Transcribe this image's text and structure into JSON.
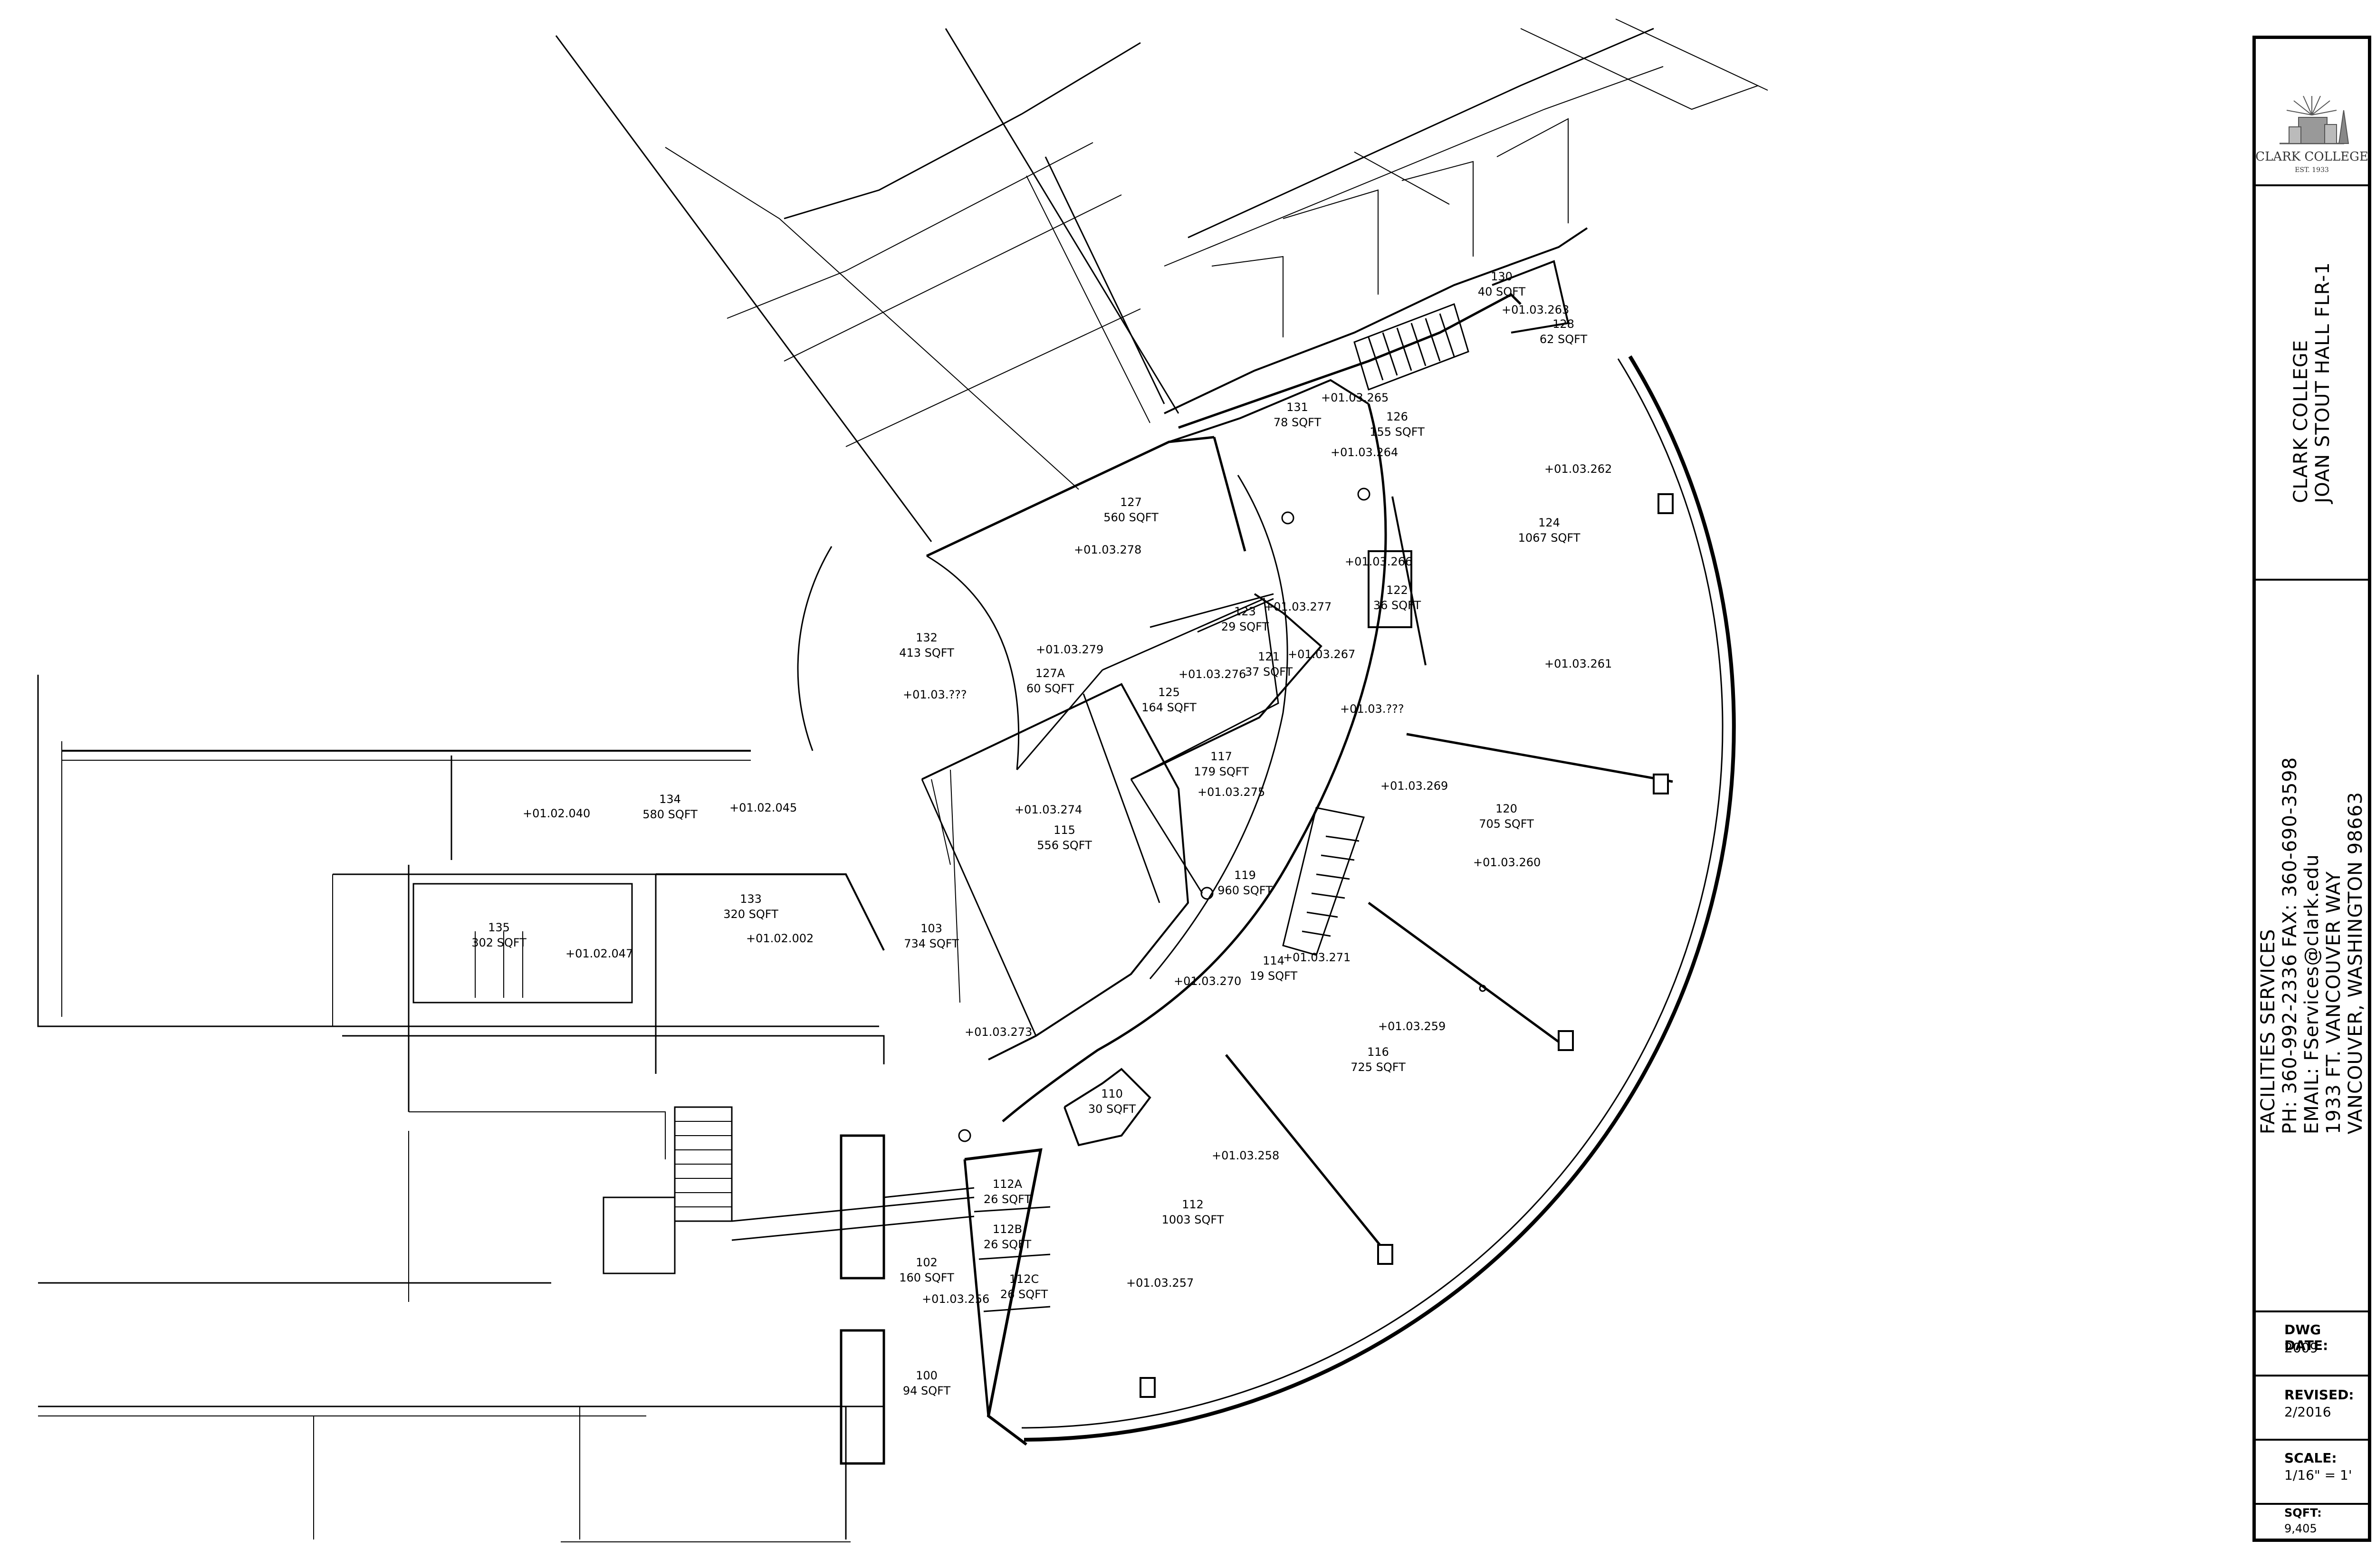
{
  "rooms": [
    {
      "no": "130",
      "sqft": "40 SQFT",
      "tag": "01.03.263"
    },
    {
      "no": "128",
      "sqft": "62 SQFT"
    },
    {
      "no": "131",
      "sqft": "78 SQFT",
      "tag": "01.03.265"
    },
    {
      "no": "126",
      "sqft": "155 SQFT",
      "tag": "01.03.264"
    },
    {
      "no": "124",
      "sqft": "1067 SQFT",
      "tag": "01.03.262",
      "tag2": "01.03.261"
    },
    {
      "no": "127",
      "sqft": "560 SQFT",
      "tag": "01.03.278"
    },
    {
      "no": "122",
      "sqft": "36 SQFT",
      "tag": "01.03.266"
    },
    {
      "no": "123",
      "sqft": "29 SQFT",
      "tag": "01.03.277"
    },
    {
      "no": "121",
      "sqft": "37 SQFT",
      "tag": "01.03.267"
    },
    {
      "no": "132",
      "sqft": "413 SQFT",
      "tag": "01.03.???"
    },
    {
      "no": "127A",
      "sqft": "60 SQFT",
      "tag": "01.03.279"
    },
    {
      "no": "125",
      "sqft": "164 SQFT",
      "tag": "01.03.276"
    },
    {
      "no": "117",
      "sqft": "179 SQFT",
      "tag": "01.03.275"
    },
    {
      "no": "120",
      "sqft": "705 SQFT",
      "tag": "01.03.269",
      "tag2": "01.03.260"
    },
    {
      "no": "134",
      "sqft": "580 SQFT",
      "tag": "01.02.040",
      "tag2": "01.02.045"
    },
    {
      "no": "115",
      "sqft": "556 SQFT",
      "tag": "01.03.274"
    },
    {
      "no": "119",
      "sqft": "960 SQFT"
    },
    {
      "no": "135",
      "sqft": "302 SQFT",
      "tag": "01.02.047"
    },
    {
      "no": "133",
      "sqft": "320 SQFT",
      "tag": "01.02.002"
    },
    {
      "no": "103",
      "sqft": "734 SQFT",
      "tag": "01.03.273"
    },
    {
      "no": "114",
      "sqft": "19 SQFT",
      "tag": "01.03.271"
    },
    {
      "no": "116",
      "sqft": "725 SQFT",
      "tag": "01.03.259"
    },
    {
      "no": "110",
      "sqft": "30 SQFT"
    },
    {
      "no": "112A",
      "sqft": "26 SQFT"
    },
    {
      "no": "112B",
      "sqft": "26 SQFT"
    },
    {
      "no": "112C",
      "sqft": "26 SQFT"
    },
    {
      "no": "112",
      "sqft": "1003 SQFT",
      "tag": "01.03.258",
      "tag2": "01.03.257"
    },
    {
      "no": "102",
      "sqft": "160 SQFT",
      "tag": "01.03.256"
    },
    {
      "no": "100",
      "sqft": "94 SQFT"
    }
  ],
  "extra_tags": [
    "01.03.???",
    "01.03.270"
  ],
  "title_block": {
    "logo_name": "CLARK COLLEGE",
    "logo_est": "EST. 1933",
    "project": {
      "line1": "CLARK COLLEGE",
      "line2": "JOAN STOUT HALL FLR-1"
    },
    "office": {
      "line1": "FACILITIES SERVICES",
      "line2": "PH: 360-992-2336    FAX: 360-690-3598",
      "line3": "EMAIL: FServices@clark.edu",
      "line4": "1933 FT. VANCOUVER WAY",
      "line5": "VANCOUVER, WASHINGTON 98663"
    },
    "dwg_date_label": "DWG DATE:",
    "dwg_date": "2009",
    "revised_label": "REVISED:",
    "revised": "2/2016",
    "scale_label": "SCALE:",
    "scale": "1/16\" = 1'",
    "sqft_label": "SQFT:",
    "sqft": "9,405"
  }
}
